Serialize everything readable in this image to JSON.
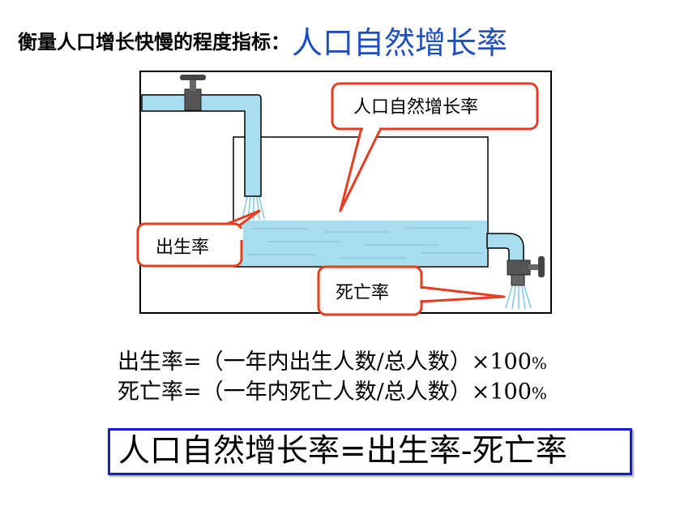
{
  "title": {
    "prefix": "衡量人口增长快慢的程度指标：",
    "highlight": "人口自然增长率"
  },
  "diagram": {
    "callouts": {
      "natural_growth": "人口自然增长率",
      "birth_rate": "出生率",
      "death_rate": "死亡率"
    },
    "colors": {
      "water": "#a8dcef",
      "pipe": "#a8dcef",
      "callout_border": "#e53d1e",
      "tap": "#444444"
    }
  },
  "formulas": {
    "birth": {
      "text": "出生率=（一年内出生人数/总人数）×100",
      "unit": "%"
    },
    "death": {
      "text": "死亡率=（一年内死亡人数/总人数）×100",
      "unit": "%"
    }
  },
  "result": {
    "text": "人口自然增长率=出生率-死亡率",
    "border_color": "#1c1ccf"
  }
}
